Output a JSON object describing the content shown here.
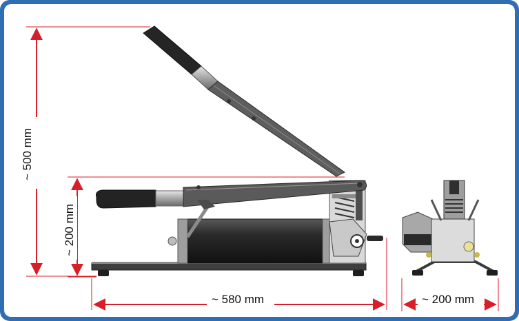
{
  "colors": {
    "frame": "#2f6db5",
    "dimension": "#d81e28",
    "metal_dark": "#4a4a4a",
    "metal_mid": "#777777",
    "metal_light": "#c9c9c9",
    "grip": "#222222"
  },
  "dimensions": {
    "total_height": "~ 500 mm",
    "body_height": "~ 200 mm",
    "length": "~ 580 mm",
    "width": "~ 200 mm"
  },
  "icons": [
    "hydraulic-hand-pump-side-view",
    "hydraulic-hand-pump-front-view"
  ]
}
